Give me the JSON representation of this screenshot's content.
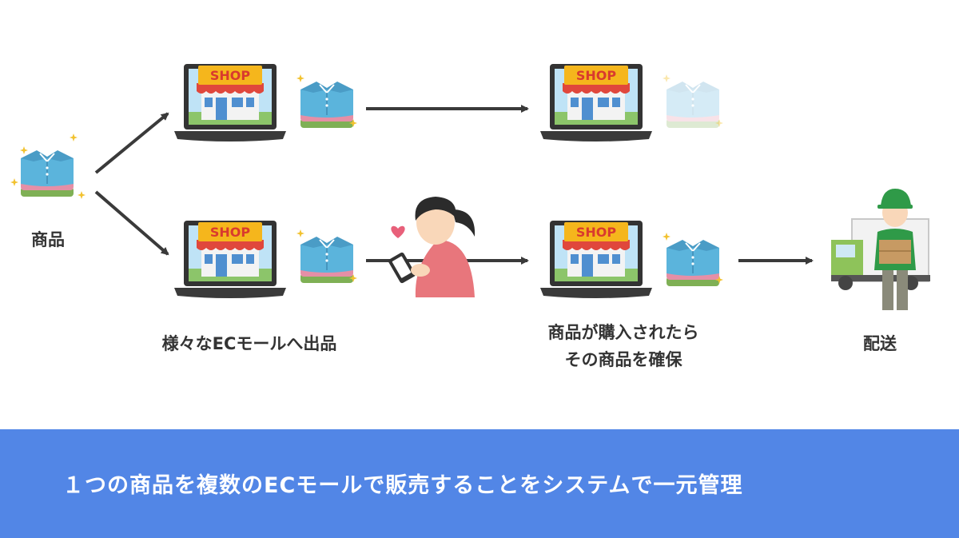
{
  "labels": {
    "product": "商品",
    "listing": "様々なECモールへ出品",
    "reserve_line1": "商品が購入されたら",
    "reserve_line2": "その商品を確保",
    "delivery": "配送"
  },
  "shop_sign": "SHOP",
  "banner": {
    "text": "１つの商品を複数のECモールで販売することをシステムで一元管理"
  },
  "colors": {
    "banner": "#5286e6",
    "arrow": "#3a3a3a",
    "shop_sign": "#f5b61c",
    "awning_red": "#e0473c",
    "shirt_blue": "#5bb4dc",
    "laptop": "#333333"
  }
}
